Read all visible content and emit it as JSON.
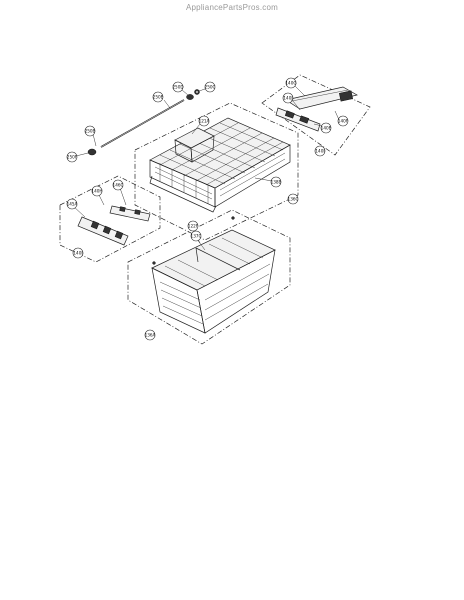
{
  "watermark": "AppliancePartsPros.com",
  "callouts": {
    "c250d": "250D",
    "c250c": "250C",
    "c250e": "250E",
    "c250b": "250B",
    "c250f": "250F",
    "c121a": "121A",
    "c140g": "140G",
    "c140j": "140J",
    "c140e": "140E",
    "c140f": "140F",
    "c138b": "138B",
    "c136c": "136C",
    "c140h": "140H",
    "c140i": "140I",
    "c145a": "145A",
    "c146c": "146C",
    "c122f": "122F",
    "c137c": "137C",
    "c136a": "136A"
  }
}
